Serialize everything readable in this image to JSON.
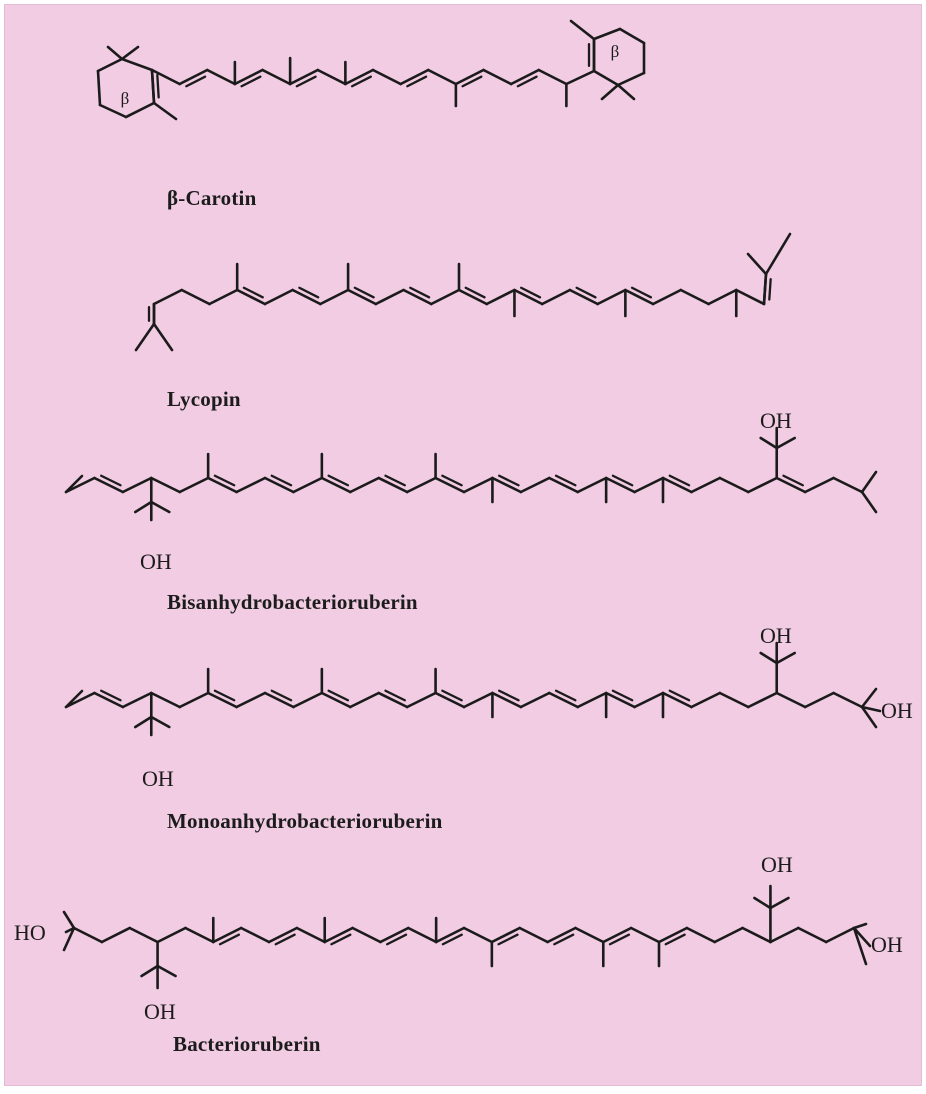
{
  "compounds": [
    {
      "name": "β-Carotin"
    },
    {
      "name": "Lycopin"
    },
    {
      "name": "Bisanhydrobacterioruberin"
    },
    {
      "name": "Monoanhydrobacterioruberin"
    },
    {
      "name": "Bacterioruberin"
    }
  ],
  "groups": {
    "oh": "OH",
    "ho": "HO",
    "ring": "β"
  }
}
